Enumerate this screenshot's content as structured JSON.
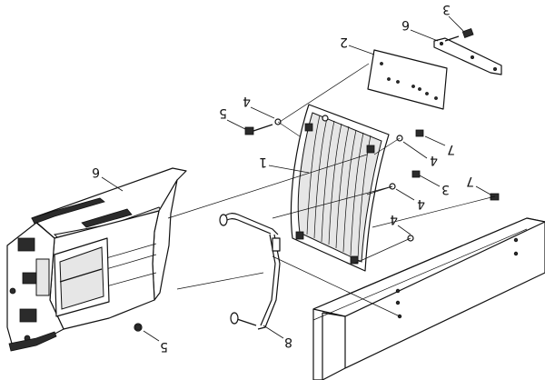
{
  "diagram": {
    "callouts": {
      "c1": "1",
      "c2": "2",
      "c3_top": "3",
      "c3_mid": "3",
      "c4_a": "4",
      "c4_b": "4",
      "c4_c": "4",
      "c4_d": "4",
      "c5_top": "5",
      "c5_bottom": "5",
      "c6_side": "6",
      "c6_bracket": "6",
      "c7_a": "7",
      "c7_b": "7",
      "c8": "8"
    },
    "colors": {
      "line": "#111111",
      "fill": "#ffffff",
      "shade": "#e6e6e6",
      "dark": "#2b2b2b"
    }
  }
}
